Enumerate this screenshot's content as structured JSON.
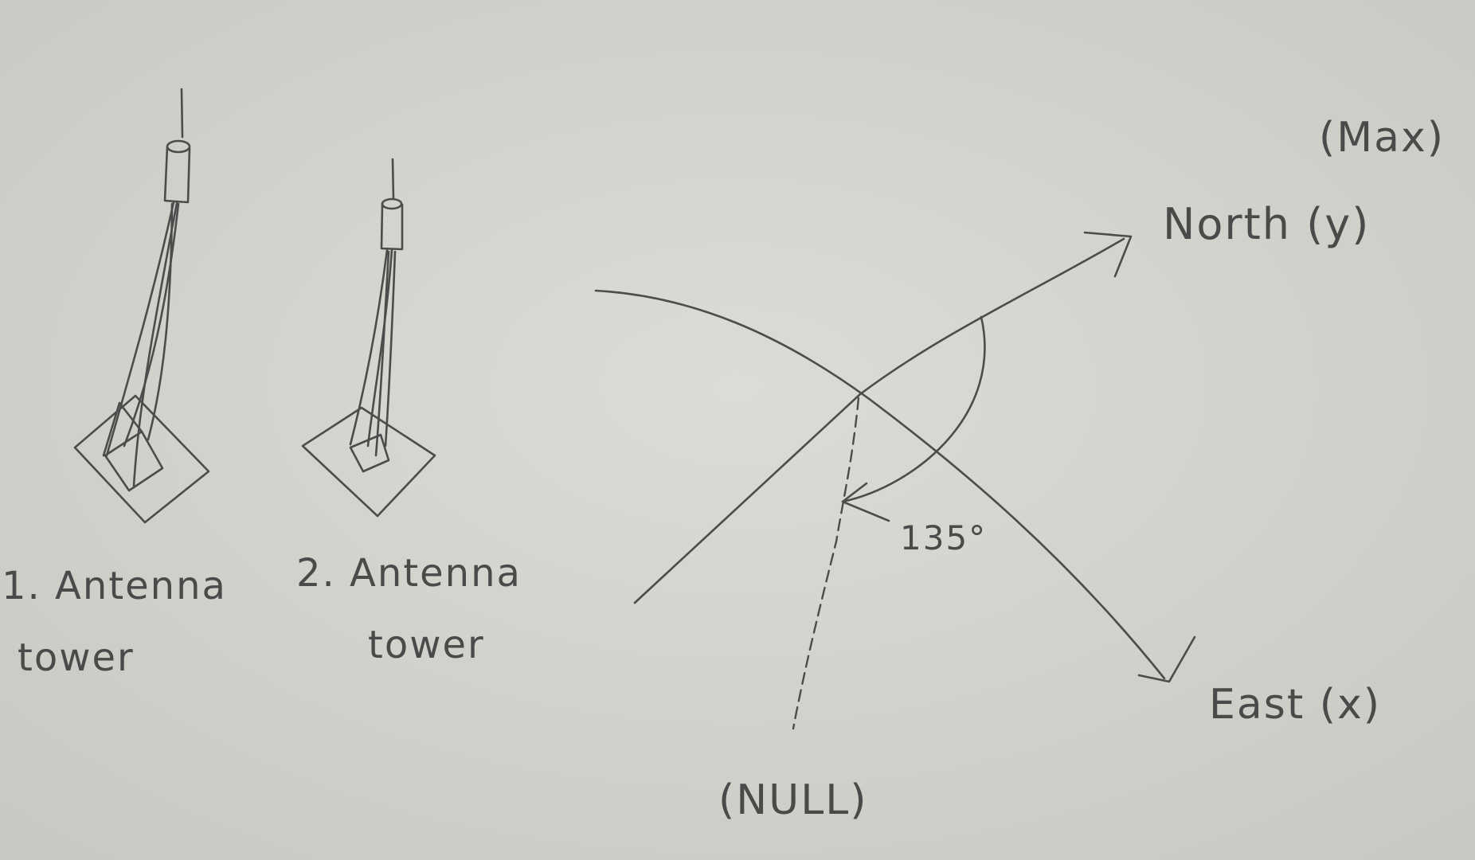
{
  "labels": {
    "tower1_line1": "1. Antenna",
    "tower1_line2": "tower",
    "tower2_line1": "2. Antenna",
    "tower2_line2": "tower",
    "north_axis": "North (y)",
    "east_axis": "East (x)",
    "max": "(Max)",
    "null": "(NULL)",
    "angle": "135°"
  },
  "colors": {
    "paper": "#d2d2cc",
    "pencil": "#4c4c4c"
  }
}
